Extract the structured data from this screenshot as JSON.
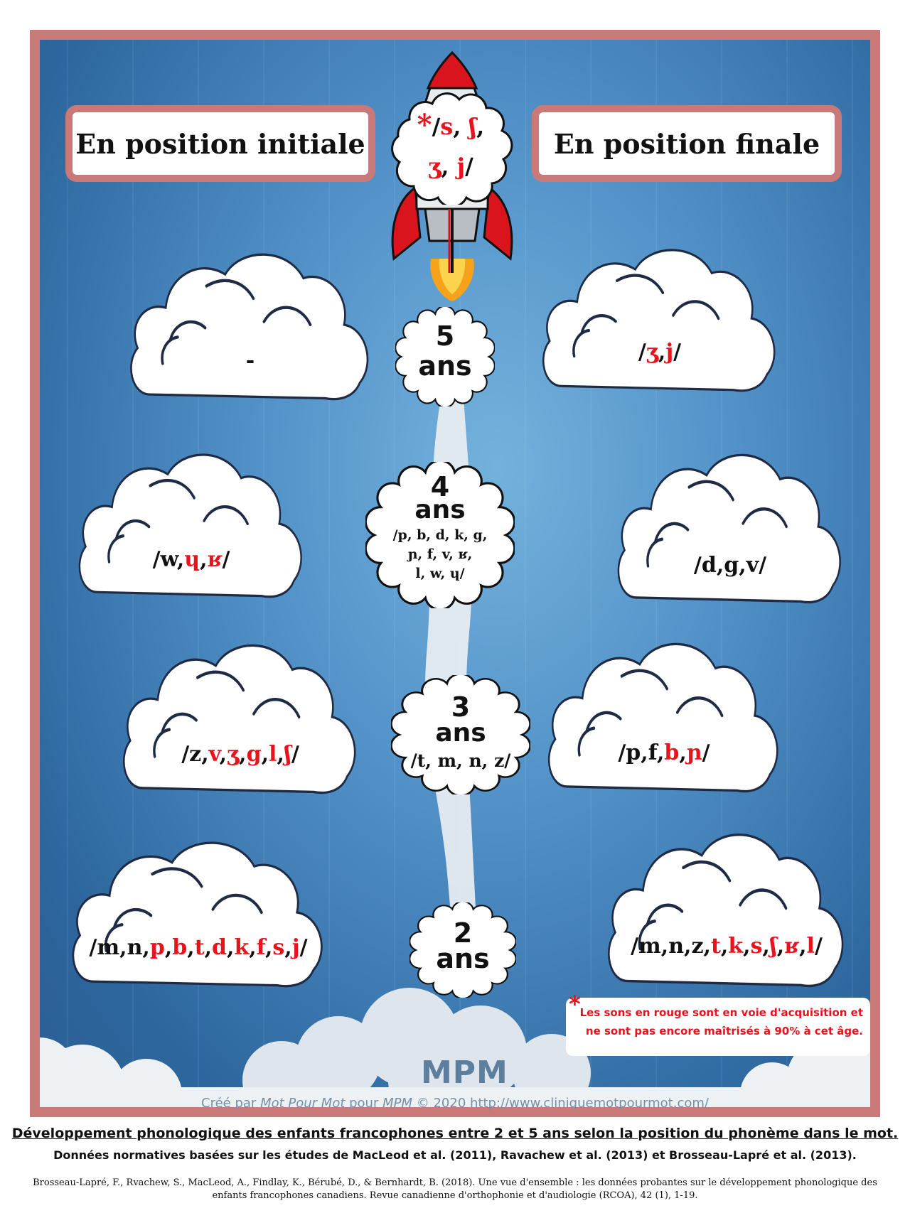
{
  "headers": {
    "left": "En position initiale",
    "right": "En position finale"
  },
  "rocket_badge": {
    "star": "*",
    "line1": [
      {
        "t": "/",
        "r": false
      },
      {
        "t": "s",
        "r": true
      },
      {
        "t": ", ",
        "r": false
      },
      {
        "t": "ʃ",
        "r": true
      },
      {
        "t": ",",
        "r": false
      }
    ],
    "line2": [
      {
        "t": "ʒ",
        "r": true
      },
      {
        "t": ", ",
        "r": false
      },
      {
        "t": "j",
        "r": true
      },
      {
        "t": "/",
        "r": false
      }
    ]
  },
  "ages": [
    {
      "age": "5",
      "unit": "ans",
      "sounds": []
    },
    {
      "age": "4",
      "unit": "ans",
      "sounds": [
        "/p, b, d, k, g,",
        "ɲ, f, v, ʁ,",
        "l, w, ɥ/"
      ]
    },
    {
      "age": "3",
      "unit": "ans",
      "sounds": [
        "/t, m, n, z/"
      ]
    },
    {
      "age": "2",
      "unit": "ans",
      "sounds": []
    }
  ],
  "initial_clouds": [
    [
      {
        "t": "-",
        "r": false
      }
    ],
    [
      {
        "t": "/w,",
        "r": false
      },
      {
        "t": "ɥ",
        "r": true
      },
      {
        "t": ",",
        "r": false
      },
      {
        "t": "ʁ",
        "r": true
      },
      {
        "t": "/",
        "r": false
      }
    ],
    [
      {
        "t": "/z,",
        "r": false
      },
      {
        "t": "v",
        "r": true
      },
      {
        "t": ",",
        "r": false
      },
      {
        "t": "ʒ",
        "r": true
      },
      {
        "t": ",",
        "r": false
      },
      {
        "t": "g",
        "r": true
      },
      {
        "t": ",",
        "r": false
      },
      {
        "t": "l",
        "r": true
      },
      {
        "t": ",",
        "r": false
      },
      {
        "t": "ʃ",
        "r": true
      },
      {
        "t": "/",
        "r": false
      }
    ],
    [
      {
        "t": "/m,n,",
        "r": false
      },
      {
        "t": "p",
        "r": true
      },
      {
        "t": ",",
        "r": false
      },
      {
        "t": "b",
        "r": true
      },
      {
        "t": ",",
        "r": false
      },
      {
        "t": "t",
        "r": true
      },
      {
        "t": ",",
        "r": false
      },
      {
        "t": "d",
        "r": true
      },
      {
        "t": ",",
        "r": false
      },
      {
        "t": "k",
        "r": true
      },
      {
        "t": ",",
        "r": false
      },
      {
        "t": "f",
        "r": true
      },
      {
        "t": ",",
        "r": false
      },
      {
        "t": "s",
        "r": true
      },
      {
        "t": ",",
        "r": false
      },
      {
        "t": "j",
        "r": true
      },
      {
        "t": "/",
        "r": false
      }
    ]
  ],
  "final_clouds": [
    [
      {
        "t": "/",
        "r": false
      },
      {
        "t": "ʒ",
        "r": true
      },
      {
        "t": ",",
        "r": false
      },
      {
        "t": "j",
        "r": true
      },
      {
        "t": "/",
        "r": false
      }
    ],
    [
      {
        "t": "/d,g,v/",
        "r": false
      }
    ],
    [
      {
        "t": "/p,f,",
        "r": false
      },
      {
        "t": "b",
        "r": true
      },
      {
        "t": ",",
        "r": false
      },
      {
        "t": "ɲ",
        "r": true
      },
      {
        "t": "/",
        "r": false
      }
    ],
    [
      {
        "t": "/m,n,z,",
        "r": false
      },
      {
        "t": "t",
        "r": true
      },
      {
        "t": ",",
        "r": false
      },
      {
        "t": "k",
        "r": true
      },
      {
        "t": ",",
        "r": false
      },
      {
        "t": "s",
        "r": true
      },
      {
        "t": ",",
        "r": false
      },
      {
        "t": "ʃ",
        "r": true
      },
      {
        "t": ",",
        "r": false
      },
      {
        "t": "ʁ",
        "r": true
      },
      {
        "t": ",",
        "r": false
      },
      {
        "t": "l",
        "r": true
      },
      {
        "t": "/",
        "r": false
      }
    ]
  ],
  "legend": {
    "star": "*",
    "line1": "Les sons en rouge sont en voie d'acquisition et",
    "line2": "ne sont pas encore maîtrisés à 90% à cet âge."
  },
  "logo": "MPM",
  "credit": {
    "prefix": "Créé par ",
    "author": "Mot Pour Mot",
    "mid": " pour ",
    "org": "MPM",
    "suffix": " © 2020 http://www.cliniquemotpourmot.com/"
  },
  "caption": {
    "title": "Développement phonologique des enfants francophones entre 2 et 5 ans selon la position du phonème dans le mot.",
    "subtitle": "Données normatives basées sur les études de MacLeod et al. (2011), Ravachew et al. (2013) et Brosseau-Lapré et al. (2013).",
    "reference1": "Brosseau-Lapré, F., Rvachew, S., MacLeod,  A., Findlay, K., Bérubé, D., & Bernhardt, B. (2018). Une vue d'ensemble : les données probantes sur le développement phonologique des",
    "reference2": "enfants francophones canadiens. Revue canadienne d'orthophonie et d'audiologie (RCOA), 42 (1), 1-19."
  },
  "colors": {
    "frame": "#c97a78",
    "red": "#e8131c",
    "sky": "#4f8fc6"
  }
}
